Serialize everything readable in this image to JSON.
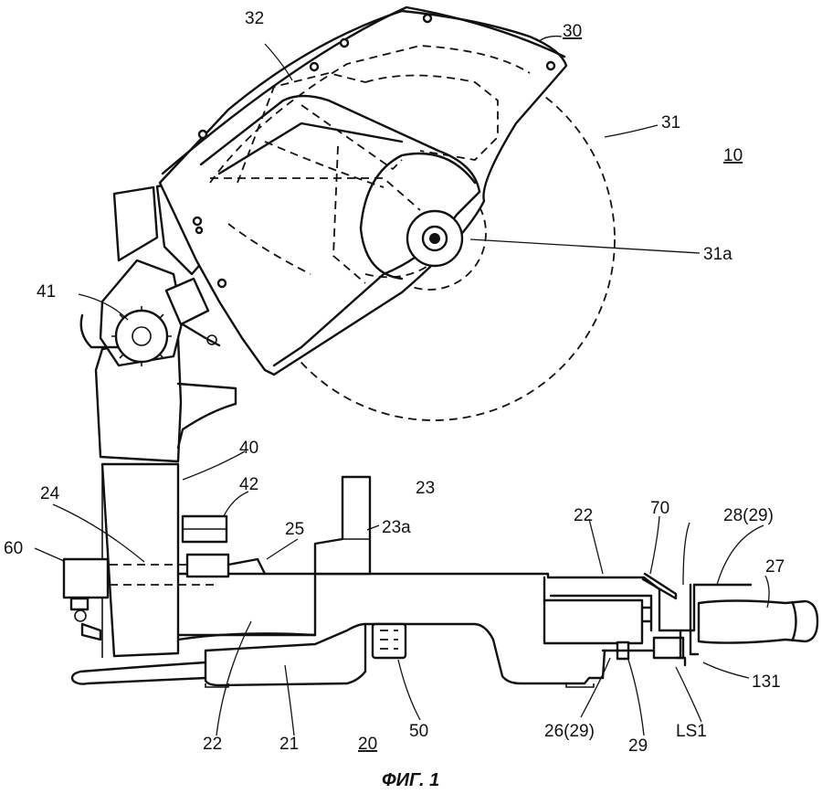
{
  "figure": {
    "caption": "ФИГ. 1",
    "labels": {
      "l10": "10",
      "l20": "20",
      "l21": "21",
      "l22a": "22",
      "l22b": "22",
      "l23": "23",
      "l23a": "23a",
      "l24": "24",
      "l25": "25",
      "l26": "26(29)",
      "l27": "27",
      "l28": "28(29)",
      "l29": "29",
      "l30": "30",
      "l31": "31",
      "l31a": "31a",
      "l32": "32",
      "l40": "40",
      "l41": "41",
      "l42": "42",
      "l50": "50",
      "l60": "60",
      "l70": "70",
      "l131": "131",
      "lLS1": "LS1"
    }
  }
}
